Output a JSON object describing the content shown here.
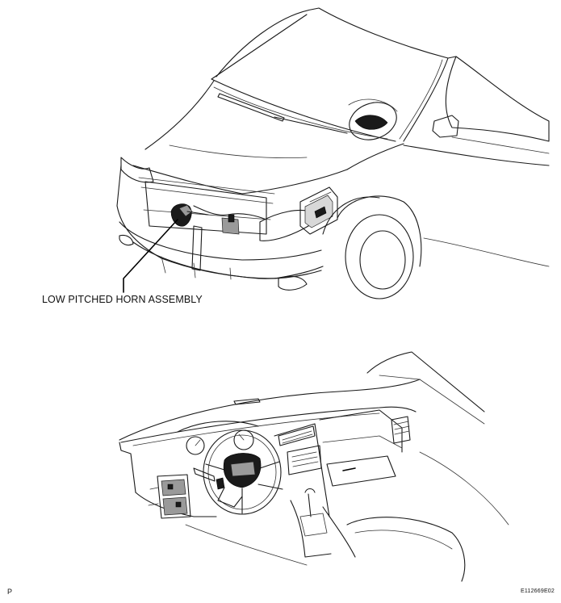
{
  "callouts": {
    "horn": "LOW PITCHED HORN ASSEMBLY"
  },
  "footer": {
    "page_marker": "P",
    "figure_code": "E112669E02"
  }
}
